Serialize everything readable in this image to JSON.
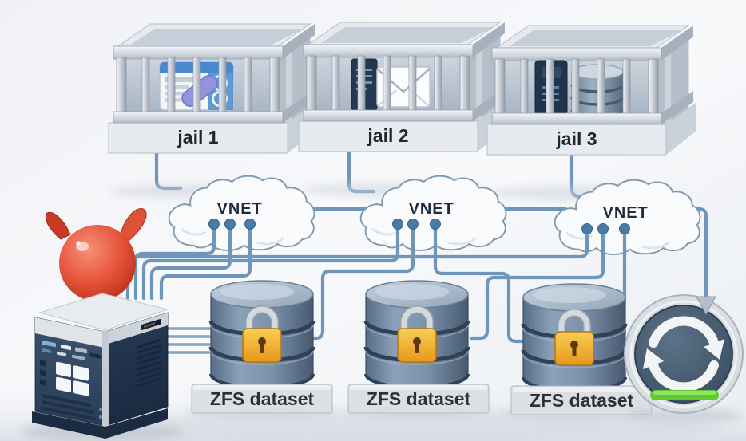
{
  "diagram": {
    "jails": [
      {
        "id": "jail-1",
        "label": "jail 1",
        "icon": "browser-window-icon"
      },
      {
        "id": "jail-2",
        "label": "jail 2",
        "icon": "mail-envelope-icon"
      },
      {
        "id": "jail-3",
        "label": "jail 3",
        "icon": "database-stack-icon"
      }
    ],
    "networks": [
      {
        "id": "vnet-1",
        "label": "VNET"
      },
      {
        "id": "vnet-2",
        "label": "VNET"
      },
      {
        "id": "vnet-3",
        "label": "VNET"
      }
    ],
    "datasets": [
      {
        "id": "zfs-dataset-1",
        "label": "ZFS dataset",
        "icon": "locked-database-icon"
      },
      {
        "id": "zfs-dataset-2",
        "label": "ZFS dataset",
        "icon": "locked-database-icon"
      },
      {
        "id": "zfs-dataset-3",
        "label": "ZFS dataset",
        "icon": "locked-database-icon"
      }
    ],
    "host": {
      "id": "host-server",
      "icon": "freebsd-daemon-server-icon"
    },
    "sync": {
      "id": "sync",
      "icon": "circular-sync-arrows-icon"
    },
    "edges": [
      {
        "from": "jail-1",
        "to": "vnet-1"
      },
      {
        "from": "jail-2",
        "to": "vnet-2"
      },
      {
        "from": "jail-3",
        "to": "vnet-3"
      },
      {
        "from": "vnet-1",
        "to": "vnet-2"
      },
      {
        "from": "vnet-2",
        "to": "vnet-3"
      },
      {
        "from": "vnet-1",
        "to": "host-server"
      },
      {
        "from": "vnet-2",
        "to": "host-server"
      },
      {
        "from": "vnet-3",
        "to": "host-server"
      },
      {
        "from": "vnet-2",
        "to": "zfs-dataset-1"
      },
      {
        "from": "vnet-2",
        "to": "zfs-dataset-3"
      },
      {
        "from": "vnet-3",
        "to": "zfs-dataset-2"
      },
      {
        "from": "vnet-3",
        "to": "zfs-dataset-3"
      },
      {
        "from": "host-server",
        "to": "zfs-dataset-1"
      },
      {
        "from": "vnet-3",
        "to": "sync"
      }
    ],
    "colors": {
      "connector": "#6e96ba",
      "cloud_outline": "#8099ad",
      "label_text": "#20262d",
      "lock_gold": "#efb32a",
      "daemon_red": "#d93a26",
      "sync_green": "#5fc934",
      "cylinder_blue": "#6c84a0",
      "cage_metal": "#cdd4db",
      "server_navy": "#2e4159"
    }
  }
}
